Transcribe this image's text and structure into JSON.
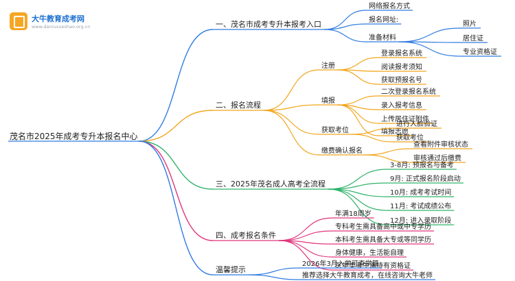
{
  "logo": {
    "icon": "book-logo-icon",
    "name": "大牛教育成考网",
    "url": "www.daniuxueshao.org.cn"
  },
  "root": {
    "label": "茂名市2025年成考专升本报名中心"
  },
  "branches": [
    {
      "label": "一、茂名市成考专升本报考入口",
      "color": "#2f7be0",
      "children": [
        {
          "label": "网络报名方式"
        },
        {
          "label": "报名网址:"
        },
        {
          "label": "准备材料",
          "children": [
            "照片",
            "居住证",
            "专业资格证"
          ]
        }
      ]
    },
    {
      "label": "二、报名流程",
      "color": "#f2a51a",
      "children": [
        {
          "label": "注册",
          "children": [
            "登录报名系统",
            "阅读报考须知",
            "获取预报名号"
          ]
        },
        {
          "label": "填报",
          "children": [
            "二次登录报名系统",
            "录入报考信息",
            "上传居住证附件",
            "填报志愿"
          ]
        },
        {
          "label": "获取考位",
          "children": [
            "进行人脸验证",
            "获取考位"
          ]
        },
        {
          "label": "缴费确认报名",
          "children": [
            "查看附件审核状态",
            "审核通过后缴费"
          ]
        }
      ]
    },
    {
      "label": "三、2025年茂名成人高考全流程",
      "color": "#2fb36a",
      "children": [
        {
          "label": "3-8月: 预报名与备考"
        },
        {
          "label": "9月: 正式报名阶段启动"
        },
        {
          "label": "10月: 成考考试时间"
        },
        {
          "label": "11月: 考试成绩公布"
        },
        {
          "label": "12月: 进入录取阶段"
        }
      ]
    },
    {
      "label": "四、成考报名条件",
      "color": "#e0357c",
      "children": [
        {
          "label": "年满18周岁"
        },
        {
          "label": "专科考生需具备高中或中专学历"
        },
        {
          "label": "本科考生需具备大专或等同学历"
        },
        {
          "label": "身体健康，生活能自理"
        },
        {
          "label": "医学类考生需持有资格证"
        }
      ]
    },
    {
      "label": "温馨提示",
      "color": "#2f7be0",
      "children": [
        {
          "label": "2026年3月入学可查学籍"
        },
        {
          "label": "推荐选择大牛教育成考，在线咨询大牛老师"
        }
      ]
    }
  ]
}
